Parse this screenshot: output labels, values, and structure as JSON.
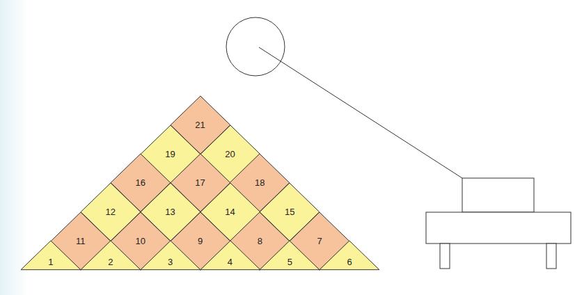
{
  "diagram": {
    "nodes": [
      {
        "text": [
          "21"
        ]
      },
      {
        "text": [
          "19"
        ]
      },
      {
        "text": [
          "20"
        ]
      },
      {
        "text": [
          "16"
        ]
      },
      {
        "text": [
          "17"
        ]
      },
      {
        "text": [
          "18"
        ]
      },
      {
        "text": [
          "12"
        ]
      },
      {
        "text": [
          "13"
        ]
      },
      {
        "text": [
          "14"
        ]
      },
      {
        "text": [
          "15"
        ]
      },
      {
        "text": [
          "11"
        ]
      },
      {
        "text": [
          "10"
        ]
      },
      {
        "text": [
          "9"
        ]
      },
      {
        "text": [
          "8"
        ]
      },
      {
        "text": [
          "7"
        ]
      },
      {
        "text": [
          "1"
        ]
      },
      {
        "text": [
          "2"
        ]
      },
      {
        "text": [
          "3"
        ]
      },
      {
        "text": [
          "4"
        ]
      },
      {
        "text": [
          "5"
        ]
      },
      {
        "text": [
          "6"
        ]
      }
    ]
  }
}
